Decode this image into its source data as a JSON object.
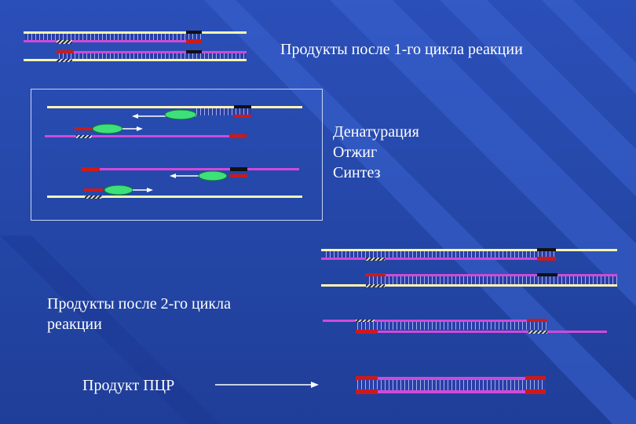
{
  "labels": {
    "cycle1_products": "Продукты после 1-го цикла реакции",
    "cycle_steps": [
      "Денатурация",
      "Отжиг",
      "Синтез"
    ],
    "cycle2_products_line1": "Продукты после 2-го цикла",
    "cycle2_products_line2": "реакции",
    "pcr_product": "Продукт ПЦР"
  },
  "colors": {
    "background": "#2447a8",
    "template_strand": "#fff5b0",
    "new_strand": "#d04ad8",
    "primer_forward": "#cc1a1a",
    "primer_reverse": "#111111",
    "hybridized_bases": "#2a3fa8",
    "polymerase": "#3de07a"
  }
}
